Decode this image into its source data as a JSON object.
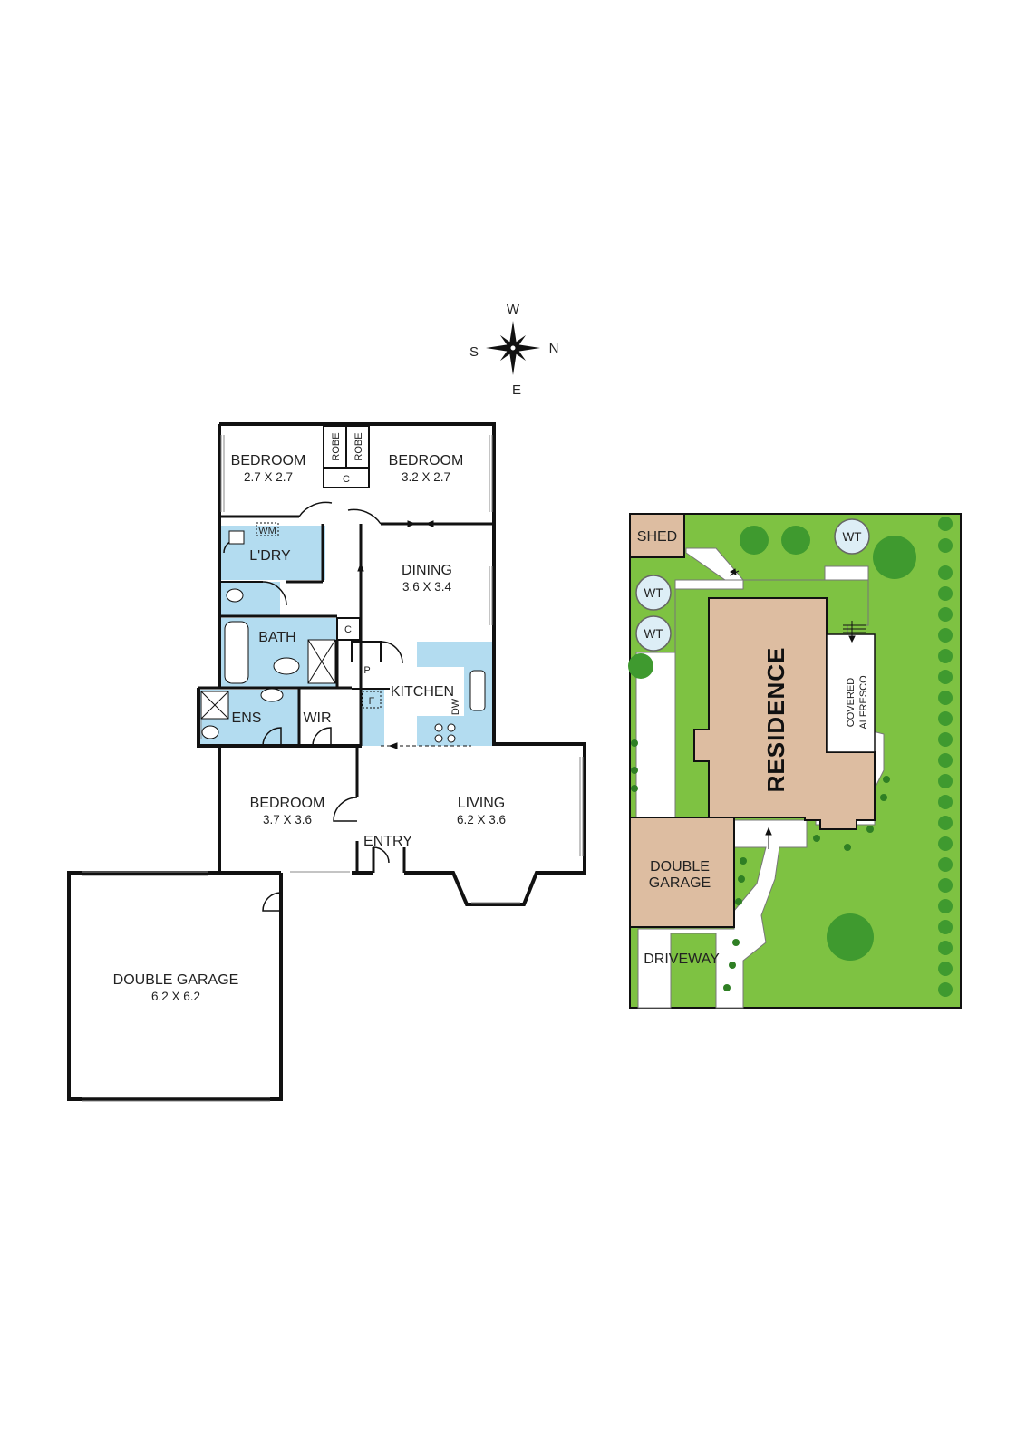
{
  "compass": {
    "north": "N",
    "south": "S",
    "east": "E",
    "west": "W"
  },
  "floor_plan": {
    "bedroom_1": {
      "name": "BEDROOM",
      "dims": "2.7 X 2.7"
    },
    "bedroom_2": {
      "name": "BEDROOM",
      "dims": "3.2 X 2.7"
    },
    "robe_1": "ROBE",
    "robe_2": "ROBE",
    "cupboard_top": "C",
    "washing_machine": "WM",
    "laundry": "L'DRY",
    "dining": {
      "name": "DINING",
      "dims": "3.6 X 3.4"
    },
    "bath": "BATH",
    "cupboard_mid": "C",
    "pantry": "P",
    "fridge": "F",
    "kitchen": "KITCHEN",
    "dishwasher": "DW",
    "ensuite": "ENS",
    "wir": "WIR",
    "bedroom_3": {
      "name": "BEDROOM",
      "dims": "3.7 X 3.6"
    },
    "living": {
      "name": "LIVING",
      "dims": "6.2 X 3.6"
    },
    "entry": "ENTRY",
    "garage": {
      "name": "DOUBLE GARAGE",
      "dims": "6.2 X 6.2"
    }
  },
  "site_plan": {
    "shed": "SHED",
    "water_tank_1": "WT",
    "water_tank_2": "WT",
    "water_tank_3": "WT",
    "residence": "RESIDENCE",
    "alfresco_line1": "COVERED",
    "alfresco_line2": "ALFRESCO",
    "garage_line1": "DOUBLE",
    "garage_line2": "GARAGE",
    "driveway": "DRIVEWAY"
  },
  "colors": {
    "wall": "#111111",
    "wet_area": "#b3dcf0",
    "grass": "#7ec242",
    "building": "#ddbda1",
    "shrub": "#3f9a2f",
    "paving": "#ffffff"
  }
}
